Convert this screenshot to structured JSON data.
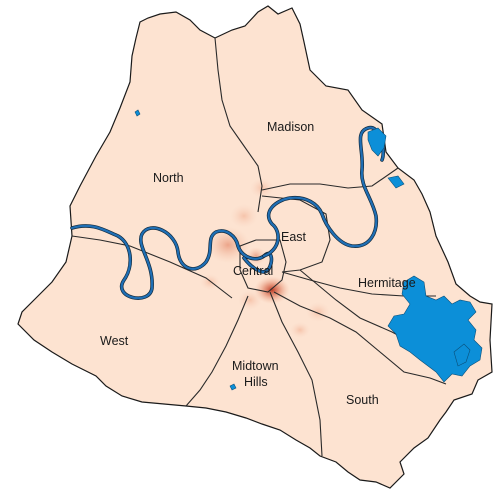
{
  "map": {
    "regions": [
      {
        "id": "north",
        "label": "North"
      },
      {
        "id": "madison",
        "label": "Madison"
      },
      {
        "id": "east",
        "label": "East"
      },
      {
        "id": "central",
        "label": "Central"
      },
      {
        "id": "hermitage",
        "label": "Hermitage"
      },
      {
        "id": "west",
        "label": "West"
      },
      {
        "id": "midtown-hills",
        "label_line1": "Midtown",
        "label_line2": "Hills"
      },
      {
        "id": "south",
        "label": "South"
      }
    ],
    "colors": {
      "land": "#fde3d1",
      "border": "#1a1a1a",
      "water": "#0c8fd8",
      "hotspot": "#b8321c"
    }
  }
}
